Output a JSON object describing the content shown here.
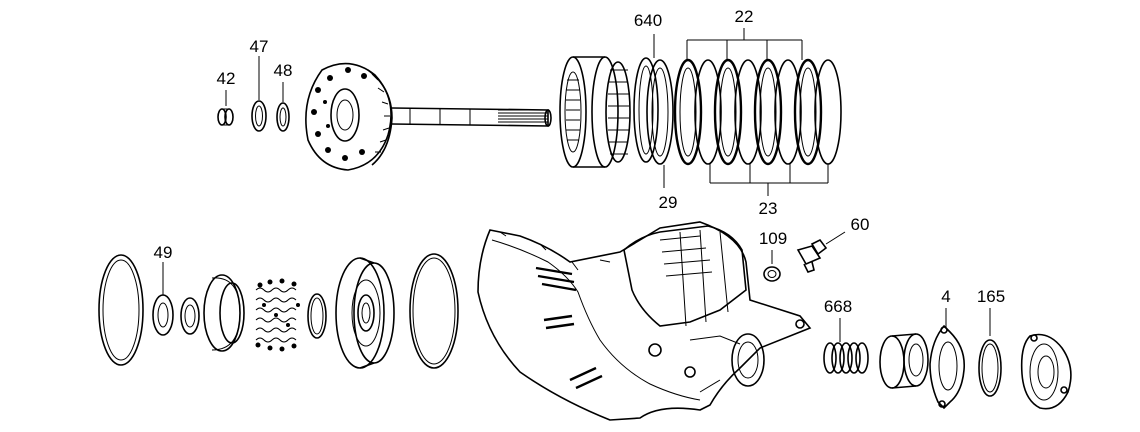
{
  "labels": {
    "p42": "42",
    "p47": "47",
    "p48": "48",
    "p640": "640",
    "p22": "22",
    "p29": "29",
    "p23": "23",
    "p49": "49",
    "p109": "109",
    "p60": "60",
    "p668": "668",
    "p4": "4",
    "p165": "165"
  }
}
